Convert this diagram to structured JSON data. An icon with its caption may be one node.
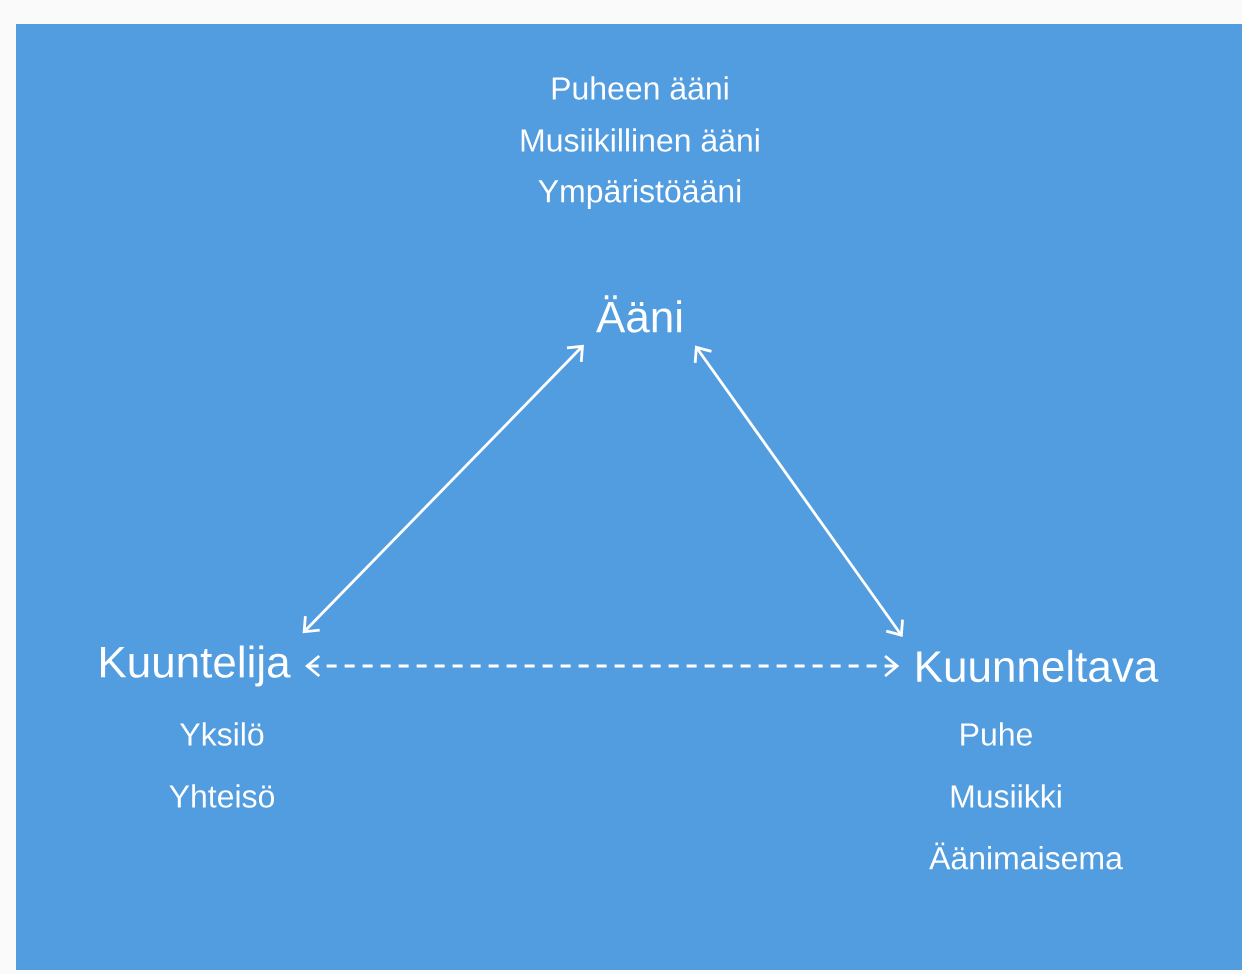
{
  "diagram": {
    "nodes": [
      {
        "text": [
          "Ääni"
        ],
        "beside": [
          "Puheen ääni",
          "Musiikillinen ääni",
          "Ympäristöääni"
        ]
      },
      {
        "text": [
          "Kuuntelija"
        ],
        "beside": [
          "Yksilö",
          "Yhteisö"
        ]
      },
      {
        "text": [
          "Kuunneltava"
        ],
        "beside": [
          "Puhe",
          "Musiikki",
          "Äänimaisema"
        ]
      }
    ],
    "edges": [
      {
        "from": 0,
        "to": 1,
        "arrow": "both"
      },
      {
        "from": 0,
        "to": 2,
        "arrow": "both"
      },
      {
        "from": 1,
        "to": 2,
        "arrow": "both",
        "style": "dashed"
      }
    ]
  }
}
